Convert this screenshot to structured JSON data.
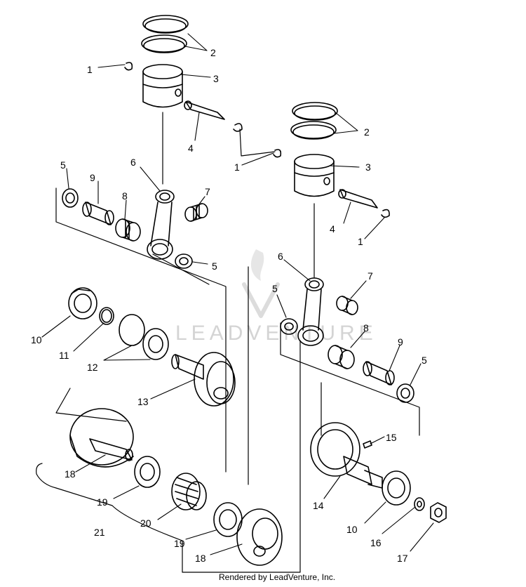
{
  "callouts": {
    "c1a": "1",
    "c2a": "2",
    "c3a": "3",
    "c4a": "4",
    "c1b": "1",
    "c2b": "2",
    "c3b": "3",
    "c4b": "4",
    "c1c": "1",
    "c5a": "5",
    "c9a": "9",
    "c6a": "6",
    "c7a": "7",
    "c8a": "8",
    "c5b": "5",
    "c6b": "6",
    "c7b": "7",
    "c5c": "5",
    "c8b": "8",
    "c9b": "9",
    "c5d": "5",
    "c10a": "10",
    "c11": "11",
    "c12": "12",
    "c13": "13",
    "c15": "15",
    "c14": "14",
    "c10b": "10",
    "c16": "16",
    "c17": "17",
    "c18a": "18",
    "c19a": "19",
    "c20": "20",
    "c21": "21",
    "c19b": "19",
    "c18b": "18"
  },
  "footer": "Rendered by LeadVenture, Inc.",
  "watermark": "LEADVENTURE",
  "colors": {
    "ink": "#000000",
    "paper": "#ffffff",
    "watermark": "#d4d4d4"
  }
}
